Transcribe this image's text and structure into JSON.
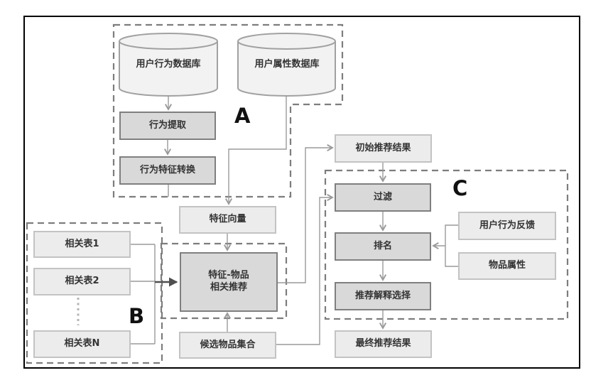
{
  "diagram": {
    "sections": {
      "a": "A",
      "b": "B",
      "c": "C"
    },
    "nodes": {
      "db_user_behavior": "用户行为数据库",
      "db_user_attribute": "用户属性数据库",
      "behavior_extraction": "行为提取",
      "behavior_feature_conversion": "行为特征转换",
      "feature_vector": "特征向量",
      "initial_results": "初始推荐结果",
      "related_table_1": "相关表1",
      "related_table_2": "相关表2",
      "related_table_n": "相关表N",
      "feature_item_rec": "特征-物品\n相关推荐",
      "candidate_items": "候选物品集合",
      "filter": "过滤",
      "ranking": "排名",
      "rec_explanation": "推荐解释选择",
      "final_results": "最终推荐结果",
      "user_feedback": "用户行为反馈",
      "item_attributes": "物品属性"
    },
    "colors": {
      "frame": "#000000",
      "dash": "#7d7d7d",
      "shaded_fill": "#d9d9d9",
      "shaded_border": "#7f7f7f",
      "light_fill": "#ececec",
      "light_border": "#c3c3c3",
      "cylinder_fill": "#f2f2f2",
      "cylinder_border": "#a1a1a1",
      "connector": "#9a9a9a",
      "arrow_dark": "#4f4f4f",
      "text": "#333333",
      "label": "#111111"
    }
  }
}
